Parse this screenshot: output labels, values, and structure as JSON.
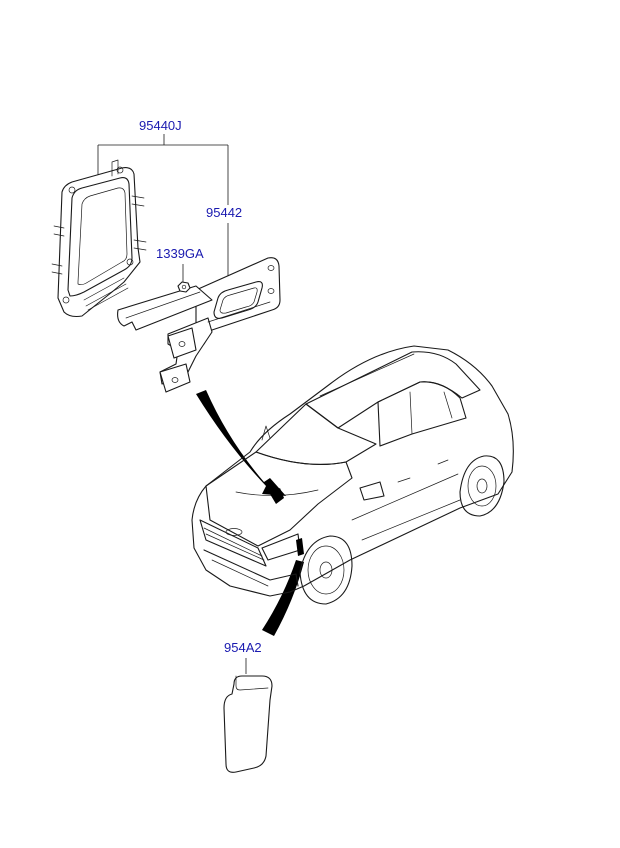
{
  "parts": [
    {
      "id": "ecu-assembly",
      "label": "95440J"
    },
    {
      "id": "bracket",
      "label": "95442"
    },
    {
      "id": "nut",
      "label": "1339GA"
    },
    {
      "id": "sensor-cover",
      "label": "954A2"
    }
  ]
}
